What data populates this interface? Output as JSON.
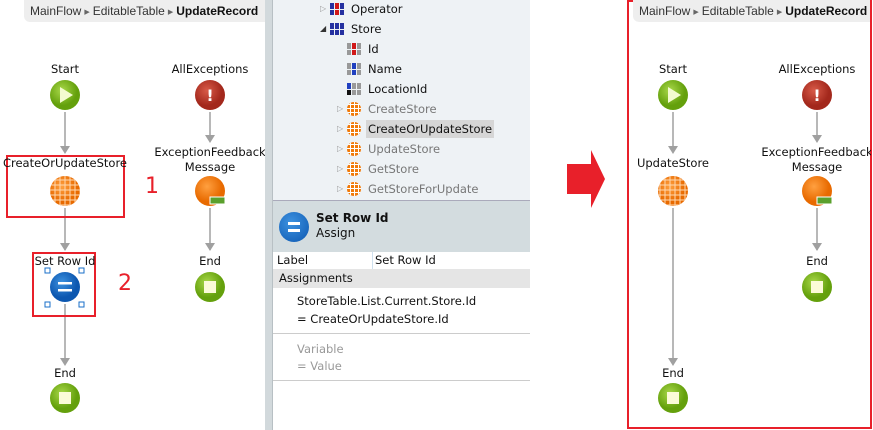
{
  "left_flow": {
    "breadcrumb": [
      "MainFlow",
      "EditableTable",
      "UpdateRecord"
    ],
    "nodes": {
      "start": "Start",
      "action": "CreateOrUpdateStore",
      "assign": "Set Row Id",
      "end": "End",
      "exceptions": "AllExceptions",
      "feedback_line1": "ExceptionFeedback",
      "feedback_line2": "Message",
      "exc_end": "End"
    },
    "callouts": [
      "1",
      "2"
    ]
  },
  "tree": {
    "items": [
      {
        "label": "Operator",
        "icon": "entity-icon",
        "expanded": false
      },
      {
        "label": "Store",
        "icon": "entity-icon",
        "expanded": true
      },
      {
        "label": "Id",
        "icon": "identifier-attribute-icon"
      },
      {
        "label": "Name",
        "icon": "attribute-icon"
      },
      {
        "label": "LocationId",
        "icon": "reference-attribute-icon"
      },
      {
        "label": "CreateStore",
        "icon": "entity-action-icon"
      },
      {
        "label": "CreateOrUpdateStore",
        "icon": "entity-action-icon",
        "selected": true
      },
      {
        "label": "UpdateStore",
        "icon": "entity-action-icon"
      },
      {
        "label": "GetStore",
        "icon": "entity-action-icon"
      },
      {
        "label": "GetStoreForUpdate",
        "icon": "entity-action-icon"
      }
    ]
  },
  "properties": {
    "title": "Set Row Id",
    "subtitle": "Assign",
    "label_key": "Label",
    "label_value": "Set Row Id",
    "section": "Assignments",
    "assignment_variable": "StoreTable.List.Current.Store.Id",
    "assignment_value": "=  CreateOrUpdateStore.Id",
    "placeholder_variable": "Variable",
    "placeholder_value": "=  Value"
  },
  "right_flow": {
    "breadcrumb": [
      "MainFlow",
      "EditableTable",
      "UpdateRecord"
    ],
    "nodes": {
      "start": "Start",
      "action": "UpdateStore",
      "end": "End",
      "exceptions": "AllExceptions",
      "feedback_line1": "ExceptionFeedback",
      "feedback_line2": "Message",
      "exc_end": "End"
    }
  },
  "colors": {
    "highlight": "#e8202a",
    "start": "#7cb518",
    "error": "#c0392b",
    "action": "#f07a0a",
    "assign": "#1a6fc9"
  }
}
